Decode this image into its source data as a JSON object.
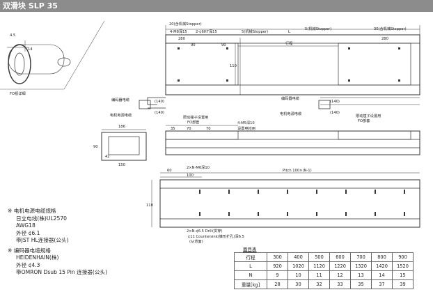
{
  "header": {
    "title": "双滑块 SLP 35"
  },
  "drawing": {
    "fo_view_label": "FO视详细",
    "dim_left": "4.5",
    "dim_left2": "14",
    "top_left_stopper": "20(含机械Stopper)",
    "mount_hole_1": "4-M8深15",
    "mount_hole_2": "2-¢6H7深15",
    "stroke_stopper": "5(机械Stopper)",
    "right_stopper": "30(含机械Stopper)",
    "dim_L": "L",
    "dim_280a": "280",
    "dim_280b": "280",
    "dim_90a": "90",
    "dim_90b": "90",
    "dim_stroke": "行程",
    "dim_110": "110",
    "enc_cable_1": "编码器电缆",
    "motor_cable_1": "电机电源电缆",
    "enc_cable_2": "编码器电缆",
    "motor_cable_2": "电机电源电缆",
    "dim_140a": "(140)",
    "dim_140b": "(140)",
    "dim_140c": "(140)",
    "dim_140d": "(140)",
    "limit_sensor_1": "限动撞子设置用",
    "fo_top_1": "FO部套",
    "limit_sensor_2": "限动撞子设置用",
    "fo_top_2": "FO部套",
    "side_hole": "4-M5深10",
    "side_hole_note": "设置电检用",
    "dim_35": "35",
    "dim_70a": "70",
    "dim_70b": "70",
    "dim_186": "186",
    "dim_90c": "90",
    "dim_42": "42",
    "dim_150": "150",
    "dim_60": "60",
    "dim_100": "100",
    "bottom_hole": "2×N-M6深10",
    "pitch": "Pitch 100×(N-1)",
    "drill_1": "2×N-¢6.5 Drill(贯穿)",
    "drill_2": "¢11 Countersink(锥形扩孔)深6.5",
    "drill_3": "(从背面)"
  },
  "notes": {
    "power_title": "※ 电机电源电缆规格",
    "power_lines": [
      "日立电线(株)UL2570",
      "AWG18",
      "外径 ¢6.1",
      "带JST HL连接器(公头)"
    ],
    "enc_title": "※ 编码器电缆规格",
    "enc_lines": [
      "HEIDENHAIN(株)",
      "外径 ¢4.3",
      "带OMRON Dsub 15 Pin 连接器(公头)"
    ]
  },
  "spec_table": {
    "caption": "面目表",
    "rows": [
      {
        "label": "行程",
        "values": [
          "300",
          "400",
          "500",
          "600",
          "700",
          "800",
          "900"
        ]
      },
      {
        "label": "L",
        "values": [
          "920",
          "1020",
          "1120",
          "1220",
          "1320",
          "1420",
          "1520"
        ]
      },
      {
        "label": "N",
        "values": [
          "9",
          "10",
          "11",
          "12",
          "13",
          "14",
          "15"
        ]
      },
      {
        "label": "重量[kg]",
        "values": [
          "28",
          "30",
          "32",
          "33",
          "35",
          "37",
          "39"
        ]
      }
    ]
  }
}
